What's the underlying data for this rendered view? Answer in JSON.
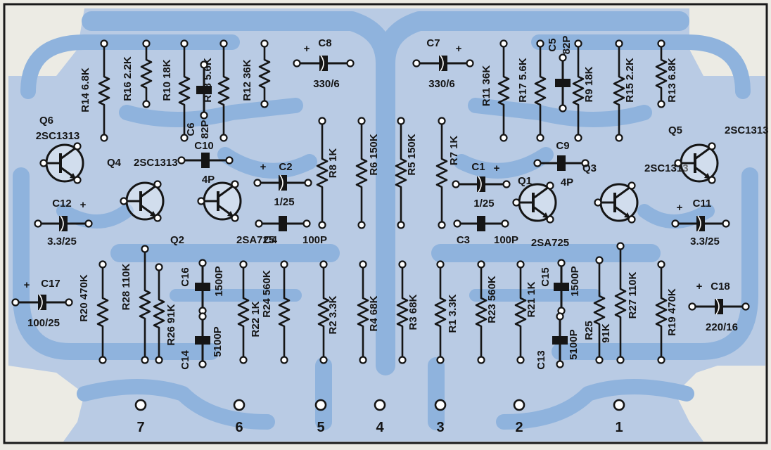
{
  "colors": {
    "paper": "#ecebe4",
    "board": "#b9cbe4",
    "trace": "#8fb3dd",
    "ink": "#151515",
    "frame": "#1a1a1a"
  },
  "resistors": [
    {
      "id": "r14",
      "text": "R14 6.8K"
    },
    {
      "id": "r16",
      "text": "R16 2.2K"
    },
    {
      "id": "r10",
      "text": "R10 18K"
    },
    {
      "id": "r18",
      "text": "R18 5.6K"
    },
    {
      "id": "r12",
      "text": "R12 36K"
    },
    {
      "id": "r11",
      "text": "R11 36K"
    },
    {
      "id": "r17",
      "text": "R17 5.6K"
    },
    {
      "id": "r9",
      "text": "R9 18K"
    },
    {
      "id": "r15",
      "text": "R15 2.2K"
    },
    {
      "id": "r13",
      "text": "R13 6.8K"
    },
    {
      "id": "r8",
      "text": "R8 1K"
    },
    {
      "id": "r6",
      "text": "R6 150K"
    },
    {
      "id": "r5",
      "text": "R5 150K"
    },
    {
      "id": "r7",
      "text": "R7 1K"
    },
    {
      "id": "r20",
      "text": "R20 470K"
    },
    {
      "id": "r28",
      "text": "R28 110K"
    },
    {
      "id": "r26",
      "text": "R26 91K"
    },
    {
      "id": "r22",
      "text": "R22 1K"
    },
    {
      "id": "r24",
      "text": "R24 560K"
    },
    {
      "id": "r2",
      "text": "R2 3.3K"
    },
    {
      "id": "r4",
      "text": "R4 68K"
    },
    {
      "id": "r3",
      "text": "R3 68K"
    },
    {
      "id": "r1",
      "text": "R1 3.3K"
    },
    {
      "id": "r23",
      "text": "R23 560K"
    },
    {
      "id": "r21",
      "text": "R21 1K"
    },
    {
      "id": "r25",
      "text": "R25"
    },
    {
      "id": "r25v",
      "text": "91K"
    },
    {
      "id": "r27",
      "text": "R27 110K"
    },
    {
      "id": "r19",
      "text": "R19 470K"
    }
  ],
  "capacitors": [
    {
      "id": "c8",
      "name": "C8",
      "value": "330/6",
      "polar": true
    },
    {
      "id": "c7",
      "name": "C7",
      "value": "330/6",
      "polar": true
    },
    {
      "id": "c5",
      "name": "C5",
      "value": "82P",
      "polar": false
    },
    {
      "id": "c6",
      "name": "C6",
      "value": "82P",
      "polar": false
    },
    {
      "id": "c10",
      "name": "C10",
      "value": "4P",
      "polar": false
    },
    {
      "id": "c9",
      "name": "C9",
      "value": "4P",
      "polar": false
    },
    {
      "id": "c2",
      "name": "C2",
      "value": "1/25",
      "polar": true
    },
    {
      "id": "c1",
      "name": "C1",
      "value": "1/25",
      "polar": true
    },
    {
      "id": "c4",
      "name": "C4",
      "value": "100P",
      "polar": false
    },
    {
      "id": "c3",
      "name": "C3",
      "value": "100P",
      "polar": false
    },
    {
      "id": "c12",
      "name": "C12",
      "value": "3.3/25",
      "polar": true
    },
    {
      "id": "c11",
      "name": "C11",
      "value": "3.3/25",
      "polar": true
    },
    {
      "id": "c17",
      "name": "C17",
      "value": "100/25",
      "polar": true
    },
    {
      "id": "c18",
      "name": "C18",
      "value": "220/16",
      "polar": true
    },
    {
      "id": "c16",
      "name": "C16",
      "value": "1500P",
      "polar": false
    },
    {
      "id": "c15",
      "name": "C15",
      "value": "1500P",
      "polar": false
    },
    {
      "id": "c14",
      "name": "C14",
      "value": "5100P",
      "polar": false
    },
    {
      "id": "c13",
      "name": "C13",
      "value": "5100P",
      "polar": false
    }
  ],
  "transistors": [
    {
      "id": "q6",
      "name": "Q6",
      "type": "2SC1313"
    },
    {
      "id": "q4",
      "name": "Q4",
      "type": "2SC1313"
    },
    {
      "id": "q2",
      "name": "Q2",
      "type": "2SA725"
    },
    {
      "id": "q1",
      "name": "Q1",
      "type": "2SA725"
    },
    {
      "id": "q3",
      "name": "Q3",
      "type": "2SC1313"
    },
    {
      "id": "q5",
      "name": "Q5",
      "type": "2SC1313"
    }
  ],
  "pins": [
    "7",
    "6",
    "5",
    "4",
    "3",
    "2",
    "1"
  ]
}
